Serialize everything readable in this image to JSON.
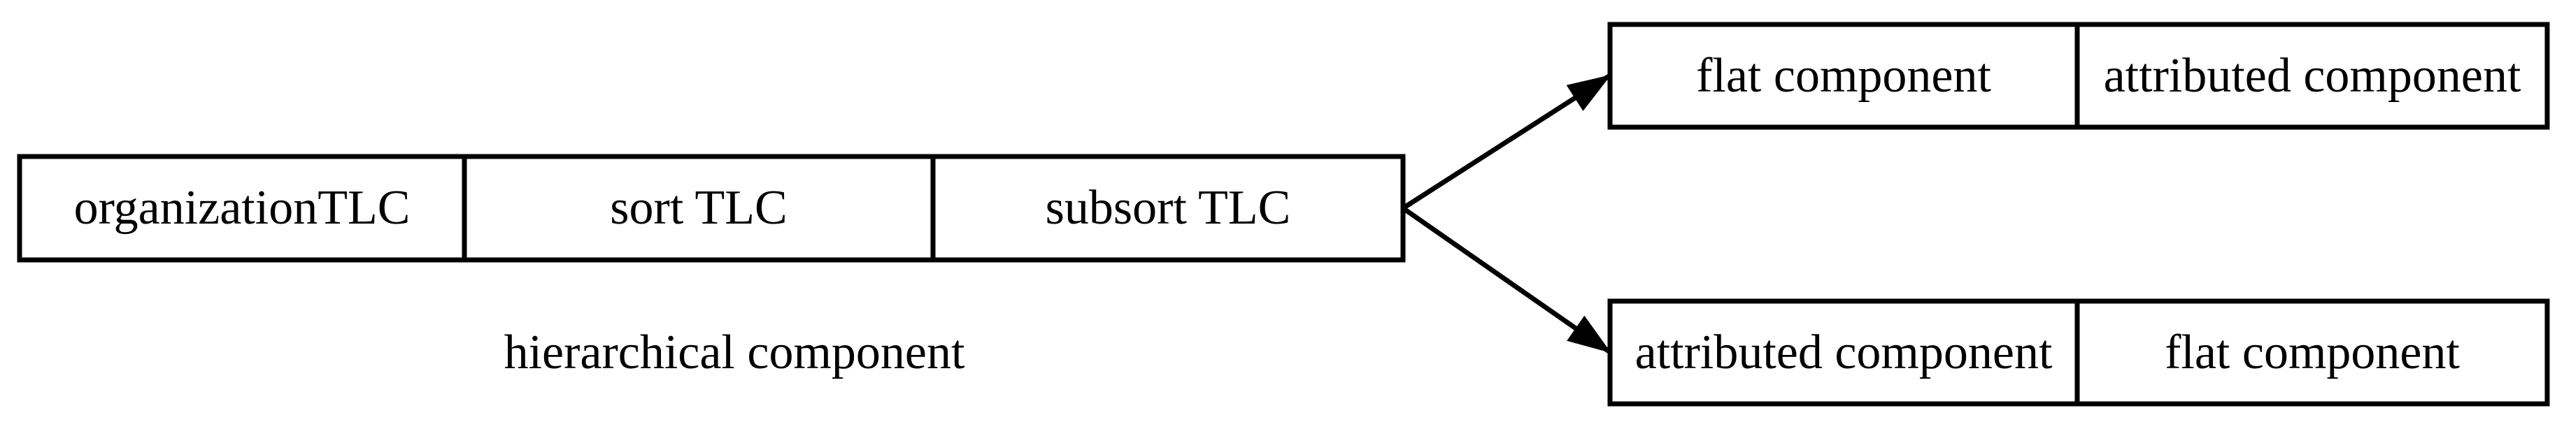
{
  "hierarchical": {
    "cells": [
      "organizationTLC",
      "sort TLC",
      "subsort TLC"
    ],
    "caption": "hierarchical component"
  },
  "upper_record": {
    "cells": [
      "flat component",
      "attributed component"
    ]
  },
  "lower_record": {
    "cells": [
      "attributed component",
      "flat component"
    ]
  },
  "colors": {
    "stroke": "#000000",
    "background": "#ffffff"
  }
}
